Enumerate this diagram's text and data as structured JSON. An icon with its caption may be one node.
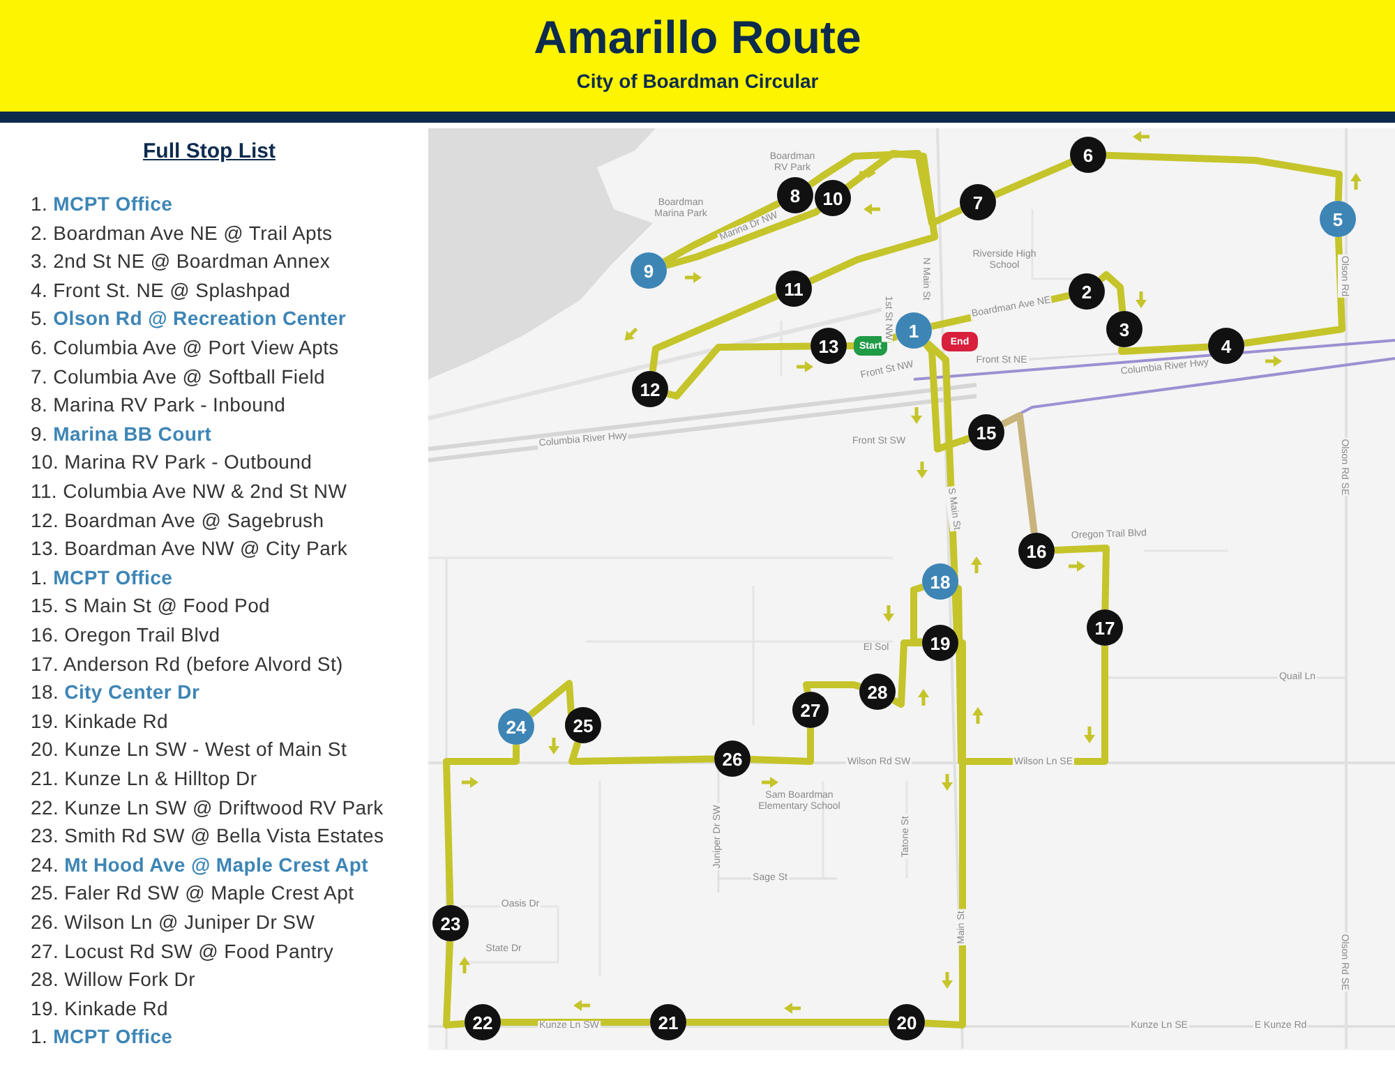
{
  "diagram": {
    "title": "Amarillo Route",
    "caption": "City of Boardman Circular",
    "nodes": [
      {
        "text": [
          "1"
        ]
      },
      {
        "text": [
          "2"
        ]
      },
      {
        "text": [
          "3"
        ]
      },
      {
        "text": [
          "4"
        ]
      },
      {
        "text": [
          "5"
        ]
      },
      {
        "text": [
          "6"
        ]
      },
      {
        "text": [
          "7"
        ]
      },
      {
        "text": [
          "8"
        ]
      },
      {
        "text": [
          "9"
        ]
      },
      {
        "text": [
          "10"
        ]
      },
      {
        "text": [
          "11"
        ]
      },
      {
        "text": [
          "12"
        ]
      },
      {
        "text": [
          "13"
        ]
      },
      {
        "text": [
          "15"
        ]
      },
      {
        "text": [
          "16"
        ]
      },
      {
        "text": [
          "17"
        ]
      },
      {
        "text": [
          "18"
        ]
      },
      {
        "text": [
          "19"
        ]
      },
      {
        "text": [
          "20"
        ]
      },
      {
        "text": [
          "21"
        ]
      },
      {
        "text": [
          "22"
        ]
      },
      {
        "text": [
          "23"
        ]
      },
      {
        "text": [
          "24"
        ]
      },
      {
        "text": [
          "25"
        ]
      },
      {
        "text": [
          "26"
        ]
      },
      {
        "text": [
          "27"
        ]
      },
      {
        "text": [
          "28"
        ]
      },
      {
        "text": [
          "Start"
        ]
      },
      {
        "text": [
          "End"
        ]
      }
    ],
    "edges": [
      {
        "from": 0,
        "to": 1,
        "arrow": "none"
      },
      {
        "from": 1,
        "to": 2,
        "arrow": "none"
      },
      {
        "from": 2,
        "to": 3,
        "arrow": "none"
      },
      {
        "from": 3,
        "to": 4,
        "arrow": "none"
      },
      {
        "from": 4,
        "to": 5,
        "arrow": "none"
      },
      {
        "from": 5,
        "to": 6,
        "arrow": "none"
      },
      {
        "from": 6,
        "to": 7,
        "arrow": "none"
      },
      {
        "from": 7,
        "to": 8,
        "arrow": "none"
      },
      {
        "from": 8,
        "to": 9,
        "arrow": "none"
      },
      {
        "from": 9,
        "to": 10,
        "arrow": "none"
      },
      {
        "from": 10,
        "to": 11,
        "arrow": "none"
      },
      {
        "from": 11,
        "to": 12,
        "arrow": "none"
      },
      {
        "from": 12,
        "to": 27,
        "arrow": "none"
      },
      {
        "from": 27,
        "to": 0,
        "arrow": "none"
      },
      {
        "from": 0,
        "to": 13,
        "arrow": "none"
      },
      {
        "from": 13,
        "to": 14,
        "arrow": "none",
        "color": "#c8b47c"
      },
      {
        "from": 14,
        "to": 15,
        "arrow": "none"
      },
      {
        "from": 15,
        "to": 16,
        "arrow": "none"
      },
      {
        "from": 16,
        "to": 17,
        "arrow": "none"
      },
      {
        "from": 17,
        "to": 18,
        "arrow": "none"
      },
      {
        "from": 18,
        "to": 19,
        "arrow": "none"
      },
      {
        "from": 19,
        "to": 20,
        "arrow": "none"
      },
      {
        "from": 20,
        "to": 21,
        "arrow": "none"
      },
      {
        "from": 21,
        "to": 22,
        "arrow": "none"
      },
      {
        "from": 22,
        "to": 23,
        "arrow": "none"
      },
      {
        "from": 23,
        "to": 24,
        "arrow": "none"
      },
      {
        "from": 24,
        "to": 25,
        "arrow": "none"
      },
      {
        "from": 25,
        "to": 26,
        "arrow": "none"
      },
      {
        "from": 26,
        "to": 17,
        "arrow": "none"
      },
      {
        "from": 17,
        "to": 0,
        "arrow": "none"
      }
    ],
    "labels": [
      "Full Stop List",
      "1. **MCPT Office**",
      "2. Boardman Ave NE @ Trail Apts",
      "3. 2nd St NE @ Boardman Annex",
      "4. Front St. NE @ Splashpad",
      "5. **Olson Rd @ Recreation Center**",
      "6. Columbia Ave @ Port View Apts",
      "7. Columbia Ave @ Softball Field",
      "8. Marina RV Park - Inbound",
      "9. **Marina BB Court**",
      "10. Marina RV Park - Outbound",
      "11. Columbia Ave NW & 2nd St NW",
      "12. Boardman Ave @ Sagebrush",
      "13. Boardman Ave NW @ City Park",
      "1. **MCPT Office**",
      "15. S Main St @ Food Pod",
      "16. Oregon Trail Blvd",
      "17. Anderson Rd (before Alvord St)",
      "18. **City Center Dr**",
      "19. Kinkade Rd",
      "20. Kunze Ln SW - West of Main St",
      "21. Kunze Ln & Hilltop Dr",
      "22. Kunze Ln SW @ Driftwood RV Park",
      "23. Smith Rd SW @ Bella Vista Estates",
      "24. **Mt Hood Ave @ Maple Crest Apt**",
      "25. Faler Rd SW @ Maple Crest Apt",
      "26. Wilson Ln @ Juniper Dr SW",
      "27. Locust Rd SW @ Food Pantry",
      "28. Willow Fork Dr",
      "19. Kinkade Rd",
      "1. **MCPT Office**",
      "Boardman RV Park",
      "Boardman Marina Park",
      "Marina Dr NW",
      "1st St NW",
      "N Main St",
      "Riverside High School",
      "Boardman Ave NE",
      "Front St NE",
      "Front St NW",
      "Columbia River Hwy",
      "Columbia River Hwy",
      "Front St SW",
      "S Main St",
      "Oregon Trail Blvd",
      "El Sol",
      "Quail Ln",
      "Olson Rd",
      "Olson Rd SE",
      "Olson Rd SE",
      "Wilson Rd SW",
      "Wilson Ln SE",
      "Sam Boardman Elementary School",
      "Juniper Dr SW",
      "Tatone St",
      "Sage St",
      "Oasis Dr",
      "State Dr",
      "Kunze Ln SW",
      "Kunze Ln SE",
      "E Kunze Rd",
      "Main St"
    ]
  }
}
